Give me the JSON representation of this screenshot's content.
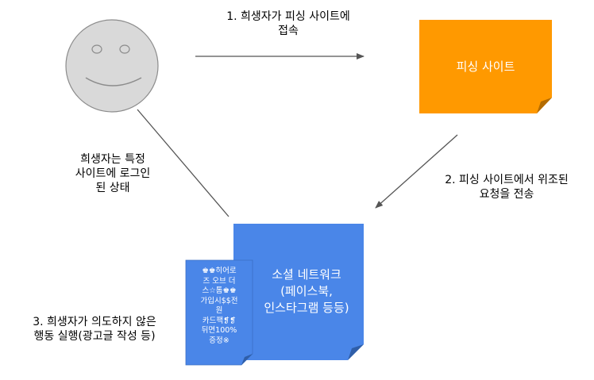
{
  "nodes": {
    "phishing_site": {
      "label": "피싱 사이트",
      "color": "#ff9900"
    },
    "social_network": {
      "line1": "소셜 네트워크",
      "line2": "(페이스북,",
      "line3": "인스타그램 등등)",
      "color": "#4a86e8"
    },
    "spam_post": {
      "lines": [
        "♚♚히어로",
        "즈 오브 더",
        "스☆톰♚♚",
        "가입시$$전",
        "원",
        "카드팩❡❡",
        "뒤면100%",
        "증정※"
      ],
      "color": "#4a86e8"
    }
  },
  "edges": {
    "step1": {
      "line1": "1. 희생자가 피싱 사이트에",
      "line2": "접속"
    },
    "step2": {
      "line1": "2. 피싱 사이트에서 위조된",
      "line2": "요청을 전송"
    },
    "step3": {
      "line1": "3. 희생자가 의도하지 않은",
      "line2": "행동 실행(광고글 작성 등)"
    },
    "logged_in": {
      "line1": "희생자는 특정",
      "line2": "사이트에 로그인",
      "line3": "된 상태"
    }
  }
}
